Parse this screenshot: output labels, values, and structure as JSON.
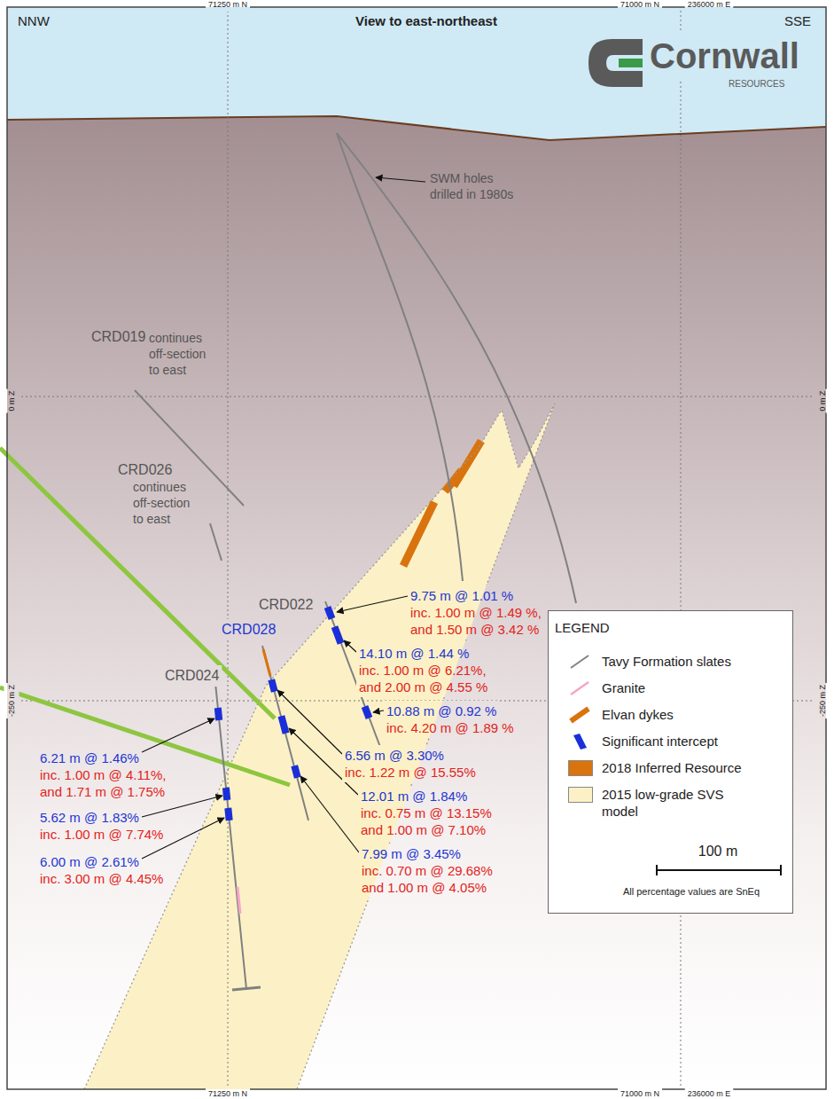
{
  "diagram": {
    "title": "View to east-northeast",
    "labels": [
      "71250 m N",
      "71000 m N",
      "236000 m E",
      "NNW",
      "SSE",
      "Cornwall",
      "RESOURCES",
      "SWM holes drilled in 1980s",
      "CRD019",
      "continues off-section to east",
      "0 m Z",
      "0 m Z",
      "CRD026",
      "continues off-section to east",
      "CRD022",
      "CRD028",
      "CRD024",
      "-250 m Z",
      "-250 m Z",
      "9.75 m @ 1.01 %",
      "inc. 1.00 m @ 1.49 %, and 1.50 m @ 3.42 %",
      "14.10 m @ 1.44 %",
      "inc. 1.00 m @ 6.21%, and 2.00 m @ 4.55 %",
      "10.88 m @ 0.92 %",
      "inc. 4.20 m @ 1.89 %",
      "6.56 m @ 3.30%",
      "inc. 1.22 m @ 15.55%",
      "12.01 m @ 1.84%",
      "inc. 0.75 m @ 13.15% and 1.00 m @ 7.10%",
      "7.99 m @ 3.45%",
      "inc. 0.70 m @ 29.68% and 1.00 m @ 4.05%",
      "6.21 m @ 1.46%",
      "inc. 1.00 m @ 4.11%, and 1.71 m @ 1.75%",
      "5.62 m @ 1.83%",
      "inc. 1.00 m @ 7.74%",
      "6.00 m @ 2.61%",
      "inc. 3.00 m @ 4.45%",
      "LEGEND",
      "100 m",
      "All percentage values are SnEq",
      "71250 m N",
      "71000 m N",
      "236000 m E"
    ],
    "legend": [
      {
        "text": "Tavy Formation slates"
      },
      {
        "text": "Granite"
      },
      {
        "text": "Elvan dykes"
      },
      {
        "text": "Significant intercept"
      },
      {
        "text": "2018 Inferred Resource",
        "color": "#d9730d"
      },
      {
        "text": "2015 low-grade SVS model",
        "color": "#fcf1c6"
      }
    ]
  }
}
